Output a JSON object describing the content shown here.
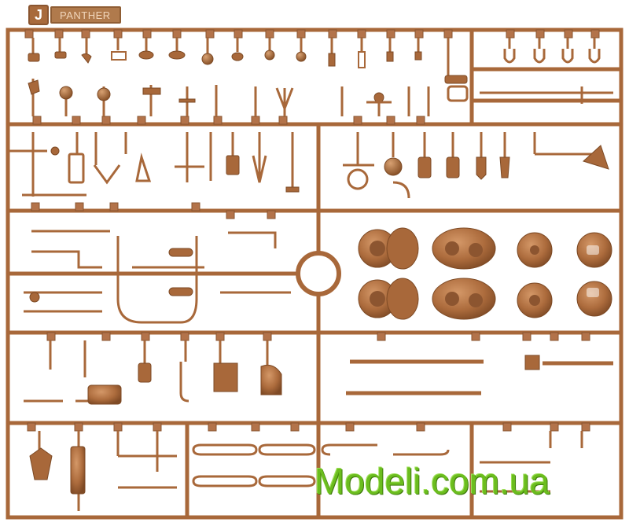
{
  "sprue": {
    "letter": "J",
    "name": "PANTHER"
  },
  "watermark": {
    "text": "Modeli.com.ua"
  },
  "colors": {
    "plastic": "#a8683a",
    "plastic_dark": "#7d4a25",
    "plastic_light": "#c7895a",
    "background": "#ffffff",
    "watermark": "#6bbd1e"
  }
}
